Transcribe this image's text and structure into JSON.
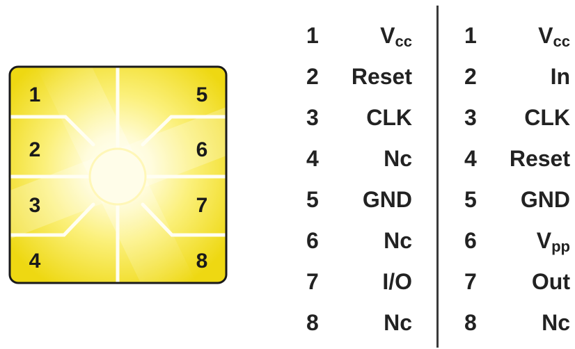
{
  "chip": {
    "contacts": [
      {
        "label": "1"
      },
      {
        "label": "2"
      },
      {
        "label": "3"
      },
      {
        "label": "4"
      },
      {
        "label": "5"
      },
      {
        "label": "6"
      },
      {
        "label": "7"
      },
      {
        "label": "8"
      }
    ],
    "colors": {
      "gold": "#f2e016",
      "highlight": "#fffde0",
      "outline": "#1a1a1a"
    }
  },
  "table_left": [
    {
      "num": "1",
      "sig": "V",
      "sub": "cc"
    },
    {
      "num": "2",
      "sig": "Reset",
      "sub": ""
    },
    {
      "num": "3",
      "sig": "CLK",
      "sub": ""
    },
    {
      "num": "4",
      "sig": "Nc",
      "sub": ""
    },
    {
      "num": "5",
      "sig": "GND",
      "sub": ""
    },
    {
      "num": "6",
      "sig": "Nc",
      "sub": ""
    },
    {
      "num": "7",
      "sig": "I/O",
      "sub": ""
    },
    {
      "num": "8",
      "sig": "Nc",
      "sub": ""
    }
  ],
  "table_right": [
    {
      "num": "1",
      "sig": "V",
      "sub": "cc"
    },
    {
      "num": "2",
      "sig": "In",
      "sub": ""
    },
    {
      "num": "3",
      "sig": "CLK",
      "sub": ""
    },
    {
      "num": "4",
      "sig": "Reset",
      "sub": ""
    },
    {
      "num": "5",
      "sig": "GND",
      "sub": ""
    },
    {
      "num": "6",
      "sig": "V",
      "sub": "pp"
    },
    {
      "num": "7",
      "sig": "Out",
      "sub": ""
    },
    {
      "num": "8",
      "sig": "Nc",
      "sub": ""
    }
  ]
}
